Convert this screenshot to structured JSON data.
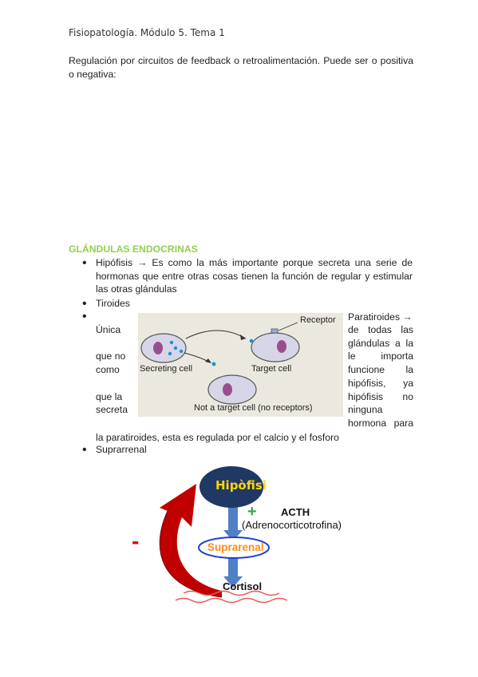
{
  "header": "Fisiopatología. Módulo 5. Tema 1",
  "intro": "Regulación por circuitos de feedback o retroalimentación. Puede ser o positiva o negativa:",
  "section_title": "GLÁNDULAS ENDOCRINAS",
  "bullets": {
    "hipofisis": "Hipófisis → Es como la más importante porque secreta una serie de hormonas que entre otras cosas tienen la función de regular y estimular las otras glándulas",
    "tiroides": "Tiroides",
    "paratiroides_right": [
      "Paratiroides →",
      "de todas las",
      "glándulas a la",
      "le importa",
      "funcione la",
      "hipófisis, ya",
      "hipófisis no",
      "ninguna",
      "hormona para"
    ],
    "paratiroides_left": [
      "Única",
      "que no",
      "como",
      "que la",
      "secreta"
    ],
    "paratiroides_end": "la paratiroides, esta es regulada por el calcio y el fosforo",
    "suprarrenal": "Suprarrenal"
  },
  "figure_cells": {
    "receptor": "Receptor",
    "secreting": "Secreting cell",
    "target": "Target cell",
    "not_target": "Not a target cell (no receptors)"
  },
  "figure_axis": {
    "hipofisi": "Hipòfisi",
    "plus": "+",
    "acth": "ACTH",
    "acth_full": "(Adrenocorticotrofina)",
    "minus": "-",
    "suprarenal": "Suprarenal",
    "cortisol": "Cortisol"
  },
  "colors": {
    "section_green": "#92d050",
    "hipofisi_navy": "#1f3864",
    "hipofisi_text": "#ffd700",
    "suprarenal_text": "#ff8c1a",
    "ellipse_blue": "#1f3fd8",
    "arrow_blue": "#4f7fc4",
    "feedback_red": "#c00000",
    "plus_green": "#3fa34d"
  }
}
